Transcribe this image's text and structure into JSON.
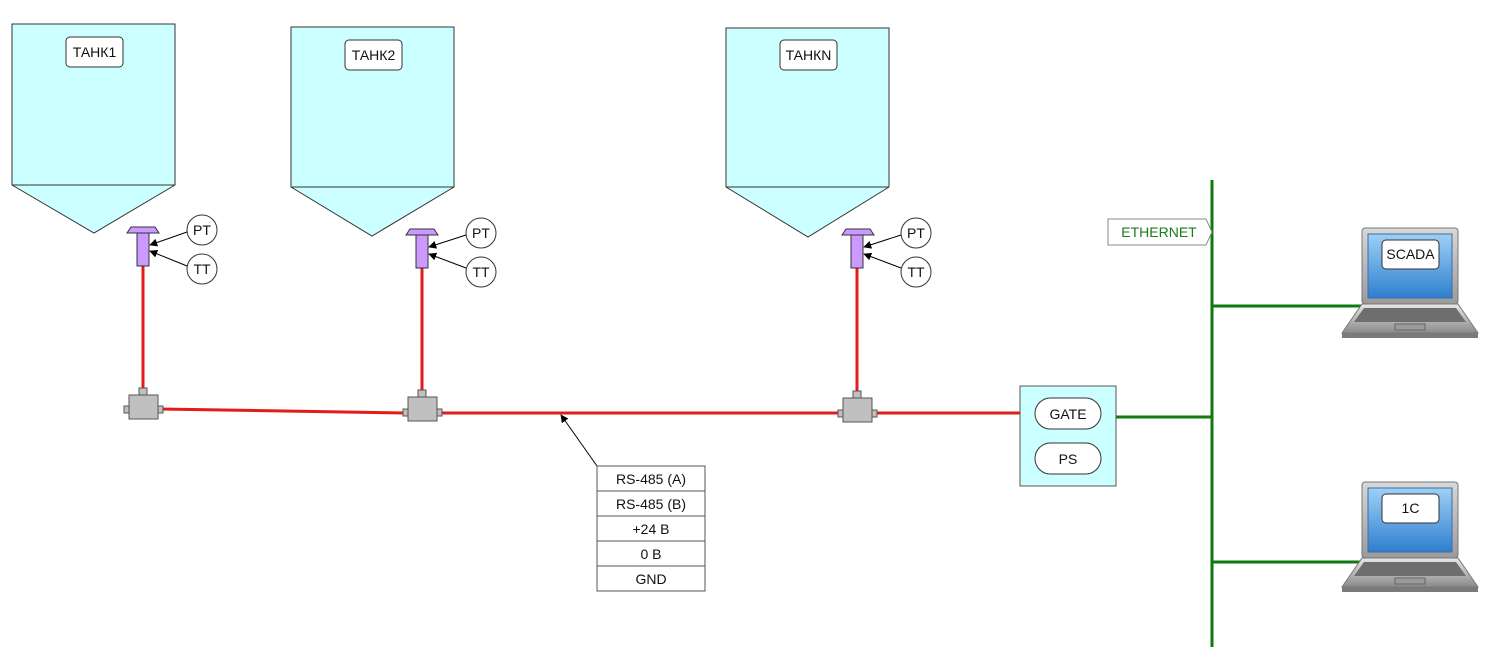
{
  "tanks": [
    {
      "label": "ТАНК1",
      "pt": "PT",
      "tt": "TT"
    },
    {
      "label": "ТАНК2",
      "pt": "PT",
      "tt": "TT"
    },
    {
      "label": "ТАНКN",
      "pt": "PT",
      "tt": "TT"
    }
  ],
  "bus": {
    "signals": [
      "RS-485 (A)",
      "RS-485 (B)",
      "+24 В",
      "0 В",
      "GND"
    ],
    "color": "#e31b1b"
  },
  "gateway": {
    "gate_label": "GATE",
    "ps_label": "PS"
  },
  "network": {
    "label": "ETHERNET",
    "color": "#0f7a0f"
  },
  "computers": [
    {
      "label": "SCADA"
    },
    {
      "label": "1C"
    }
  ],
  "colors": {
    "tank_fill": "#ccffff",
    "sensor_fill": "#cc99ff",
    "connector_fill": "#c0c0c0",
    "gateway_fill": "#ccffff",
    "screen_fill": "#4a90d9"
  }
}
